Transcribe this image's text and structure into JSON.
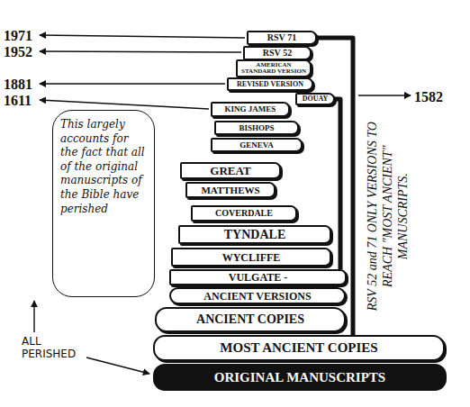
{
  "diagram": {
    "nodes": [
      {
        "text": [
          "RSV 71"
        ]
      },
      {
        "text": [
          "RSV 52"
        ]
      },
      {
        "text": [
          "AMERICAN STANDARD VERSION"
        ]
      },
      {
        "text": [
          "REVISED VERSION"
        ]
      },
      {
        "text": [
          "KING JAMES"
        ]
      },
      {
        "text": [
          "DOUAY"
        ]
      },
      {
        "text": [
          "BISHOPS"
        ]
      },
      {
        "text": [
          "GENEVA"
        ]
      },
      {
        "text": [
          "GREAT"
        ]
      },
      {
        "text": [
          "MATTHEWS"
        ]
      },
      {
        "text": [
          "COVERDALE"
        ]
      },
      {
        "text": [
          "TYNDALE"
        ]
      },
      {
        "text": [
          "WYCLIFFE"
        ]
      },
      {
        "text": [
          "VULGATE -"
        ]
      },
      {
        "text": [
          "ANCIENT VERSIONS"
        ]
      },
      {
        "text": [
          "ANCIENT COPIES"
        ]
      },
      {
        "text": [
          "MOST ANCIENT COPIES"
        ]
      },
      {
        "text": [
          "ORIGINAL MANUSCRIPTS"
        ]
      },
      {
        "text": [
          "This largely accounts for the fact that all of the original manuscripts of the Bible have perished"
        ]
      }
    ],
    "edges": [
      {
        "from": 0,
        "to": 16,
        "arrow": "none"
      },
      {
        "from": 5,
        "to": 13,
        "arrow": "none"
      }
    ],
    "labels": [
      "1971",
      "1952",
      "1881",
      "1611",
      "1582",
      "RSV 52 and 71 ONLY VERSIONS TO REACH \"MOST ANCIENT\" MANUSCRIPTS.",
      "ALL PERISHED"
    ]
  }
}
